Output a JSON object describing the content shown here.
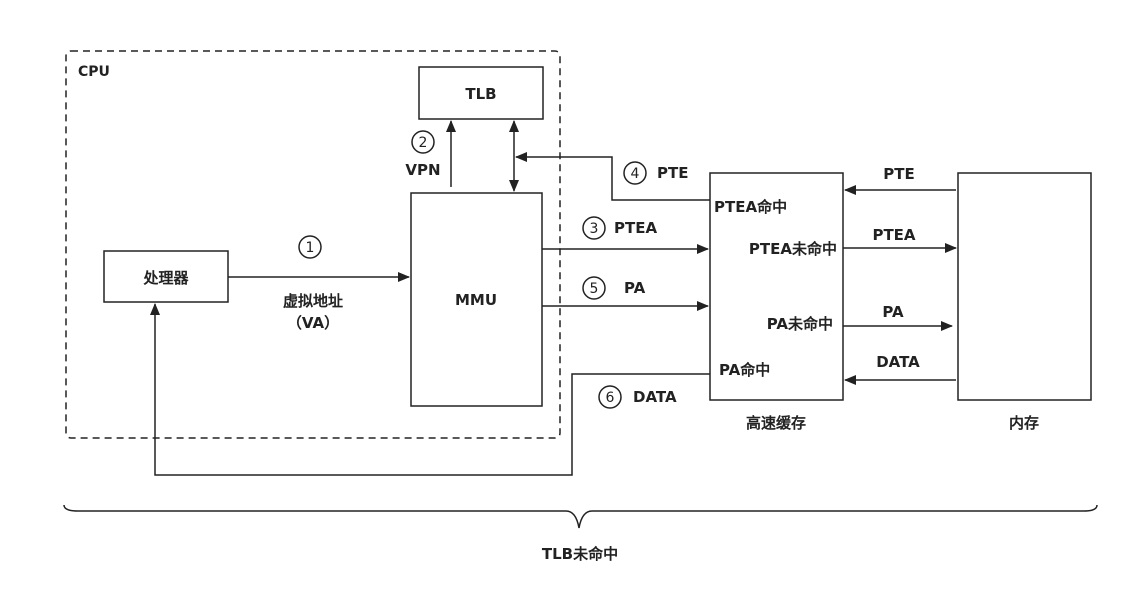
{
  "cpu": {
    "label": "CPU"
  },
  "nodes": {
    "tlb": "TLB",
    "mmu": "MMU",
    "processor": "处理器",
    "cache": "高速缓存",
    "memory": "内存"
  },
  "steps": [
    {
      "num": "1",
      "label": "虚拟地址",
      "sub": "（VA）"
    },
    {
      "num": "2",
      "label": "VPN"
    },
    {
      "num": "3",
      "label": "PTEA"
    },
    {
      "num": "4",
      "label": "PTE"
    },
    {
      "num": "5",
      "label": "PA"
    },
    {
      "num": "6",
      "label": "DATA"
    }
  ],
  "cache_labels": {
    "ptea_hit": "PTEA命中",
    "ptea_miss": "PTEA未命中",
    "pa_miss": "PA未命中",
    "pa_hit": "PA命中"
  },
  "memory_links": {
    "pte": "PTE",
    "ptea": "PTEA",
    "pa": "PA",
    "data": "DATA"
  },
  "brace_label": "TLB未命中",
  "colors": {
    "stroke": "#222222",
    "background": "#ffffff"
  }
}
